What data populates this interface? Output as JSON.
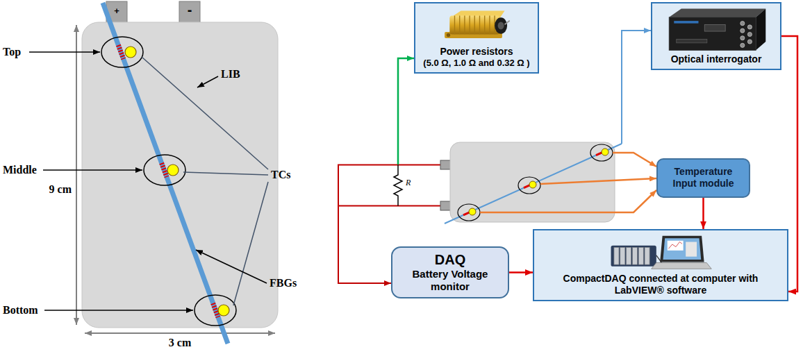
{
  "diagram": {
    "nodes": [
      {
        "text": [
          "Power resistors",
          "(5.0 Ω, 1.0 Ω and 0.32 Ω )"
        ]
      },
      {
        "text": [
          "Optical interrogator"
        ]
      },
      {
        "text": [
          "Temperature Input module"
        ]
      },
      {
        "text": [
          "DAQ",
          "Battery Voltage monitor"
        ]
      },
      {
        "text": [
          "CompactDAQ connected at computer with LabVIEW® software"
        ]
      }
    ],
    "edges": [
      {
        "from": 1,
        "to": 4,
        "arrow": "to"
      },
      {
        "from": 2,
        "to": 4,
        "arrow": "to"
      },
      {
        "from": 3,
        "to": 4,
        "arrow": "to"
      }
    ],
    "labels": [
      "+",
      "-",
      "Top",
      "LIB",
      "Middle",
      "TCs",
      "9 cm",
      "FBGs",
      "Bottom",
      "3 cm",
      "R"
    ]
  }
}
